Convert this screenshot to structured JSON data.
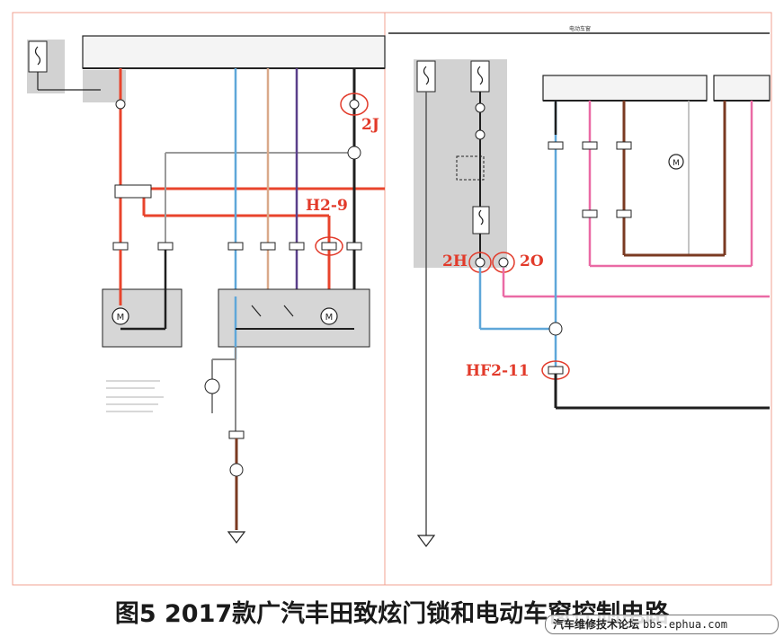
{
  "caption": "图5 2017款广汽丰田致炫门锁和电动车窗控制电路",
  "watermark": {
    "forum": "汽车维修技术论坛",
    "url": "bbs.ephua.com"
  },
  "panel_titles": {
    "right": "电动车窗"
  },
  "annotations": {
    "a_2j": "2J",
    "a_h29": "H2-9",
    "a_2h": "2H",
    "a_2o": "2O",
    "a_hf211": "HF2-11"
  },
  "colors": {
    "red": "#e8442c",
    "lightblue": "#5fa7d9",
    "tan": "#d9a98a",
    "purple": "#5a3f8a",
    "black": "#1f1f1f",
    "grey": "#9a9a9a",
    "pink": "#ea6aa5",
    "brown": "#7a3a22",
    "shade": "#cfcfcf",
    "border": "#f0a090"
  }
}
